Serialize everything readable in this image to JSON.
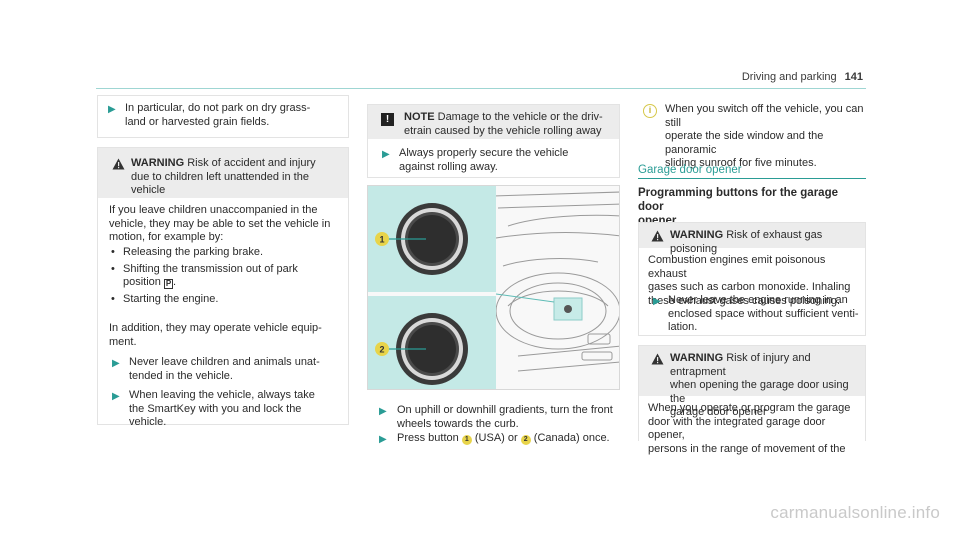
{
  "header": {
    "section": "Driving and parking",
    "page_number": "141"
  },
  "col1": {
    "box1_text": "In particular, do not park on dry grass-\nland or harvested grain fields.",
    "warning": {
      "label": "WARNING",
      "title": " Risk of accident and injury\ndue to children left unattended in the\nvehicle",
      "intro": "If you leave children unaccompanied in the\nvehicle, they may be able to set the vehicle in\nmotion, for example by:",
      "bullets": [
        "Releasing the parking brake.",
        "Shifting the transmission out of park\nposition ",
        "Starting the engine."
      ],
      "park_symbol": "P",
      "addition": "In addition, they may operate vehicle equip-\nment.",
      "step1": "Never leave children and animals unat-\ntended in the vehicle.",
      "step2": "When leaving the vehicle, always take\nthe SmartKey with you and lock the\nvehicle."
    }
  },
  "col2": {
    "note_label": "NOTE",
    "note_title": " Damage to the vehicle or the driv-\netrain caused by the vehicle rolling away",
    "note_step": "Always properly secure the vehicle\nagainst rolling away.",
    "fig_badge1": "1",
    "fig_badge2": "2",
    "step1": "On uphill or downhill gradients, turn the front\nwheels towards the curb.",
    "step2_a": "Press button ",
    "step2_b": " (USA) or ",
    "step2_c": " (Canada) once.",
    "badge1": "1",
    "badge2": "2"
  },
  "col3": {
    "info_text": "When you switch off the vehicle, you can still\noperate the side window and the panoramic\nsliding sunroof for five minutes.",
    "section_title": "Garage door opener",
    "subtitle": "Programming buttons for the garage door\nopener",
    "warning1": {
      "label": "WARNING",
      "title": " Risk of exhaust gas poisoning",
      "body": "Combustion engines emit poisonous exhaust\ngases such as carbon monoxide. Inhaling\nthese exhaust gases causes poisoning.",
      "step": "Never leave the engine running in an\nenclosed space without sufficient venti-\nlation."
    },
    "warning2": {
      "label": "WARNING",
      "title": " Risk of injury and entrapment\nwhen opening the garage door using the\ngarage door opener",
      "body": "When you operate or program the garage\ndoor with the integrated garage door opener,\npersons in the range of movement of the"
    }
  },
  "watermark": "carmanualsonline.info",
  "colors": {
    "accent": "#2a9c95",
    "warning_bg": "#ececec",
    "badge": "#e8d44a"
  }
}
